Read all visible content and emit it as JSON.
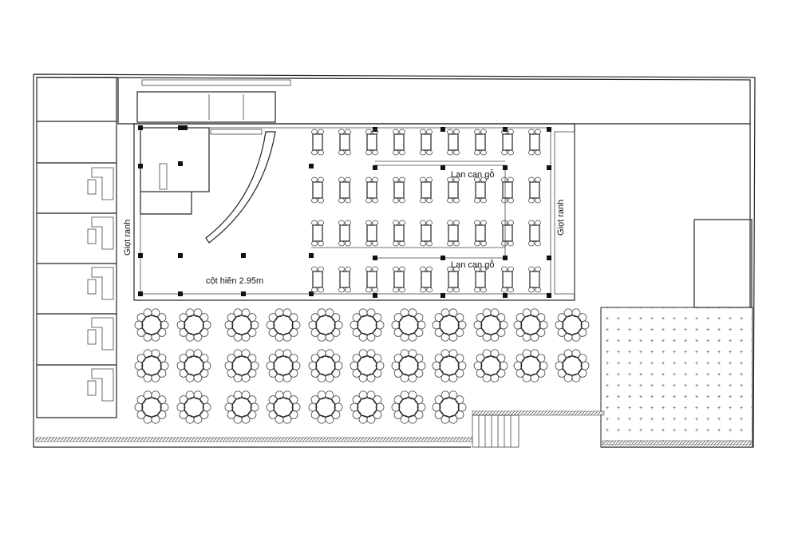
{
  "plan": {
    "labels": {
      "drip_line_left": "Giọt ranh",
      "drip_line_right": "Giọt ranh",
      "porch_column": "cột hiên 2.95m",
      "wood_railing_top": "Lan can gỗ",
      "wood_railing_bottom": "Lan can gỗ"
    },
    "round_table_rows": [
      11,
      11,
      8
    ],
    "rect_table_grid": {
      "columns": 9,
      "rows": 4
    },
    "colors": {
      "line": "#222222",
      "background": "#ffffff"
    }
  }
}
